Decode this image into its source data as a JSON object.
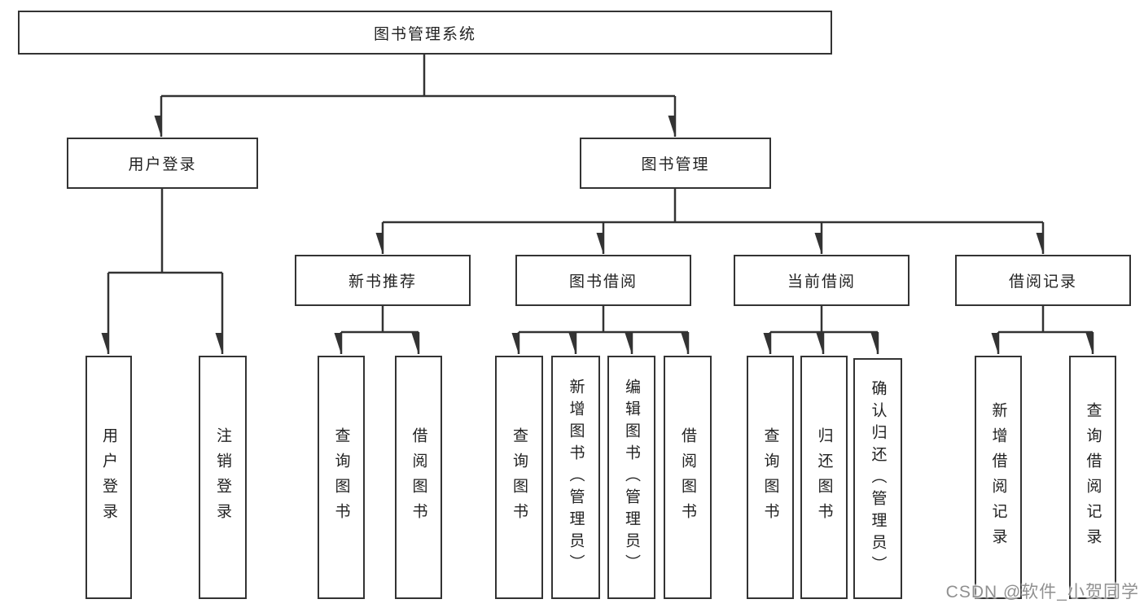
{
  "diagram": {
    "title": "图书管理系统",
    "root": {
      "label": "图书管理系统"
    },
    "level2": [
      {
        "label": "用户登录"
      },
      {
        "label": "图书管理"
      }
    ],
    "level3": [
      {
        "label": "新书推荐"
      },
      {
        "label": "图书借阅"
      },
      {
        "label": "当前借阅"
      },
      {
        "label": "借阅记录"
      }
    ],
    "level4": {
      "user_login": [
        "用户登录",
        "注销登录"
      ],
      "new_book": [
        "查询图书",
        "借阅图书"
      ],
      "book_borrow": [
        "查询图书",
        "新增图书（管理员）",
        "编辑图书（管理员）",
        "借阅图书"
      ],
      "current_borrow": [
        "查询图书",
        "归还图书",
        "确认归还（管理员）"
      ],
      "borrow_record": [
        "新增借阅记录",
        "查询借阅记录"
      ]
    }
  },
  "watermark": {
    "text": "CSDN @软件_小贺同学"
  },
  "colors": {
    "line": "#333333",
    "box_border": "#333333",
    "text": "#222222",
    "background": "#ffffff",
    "watermark": "#878787"
  }
}
